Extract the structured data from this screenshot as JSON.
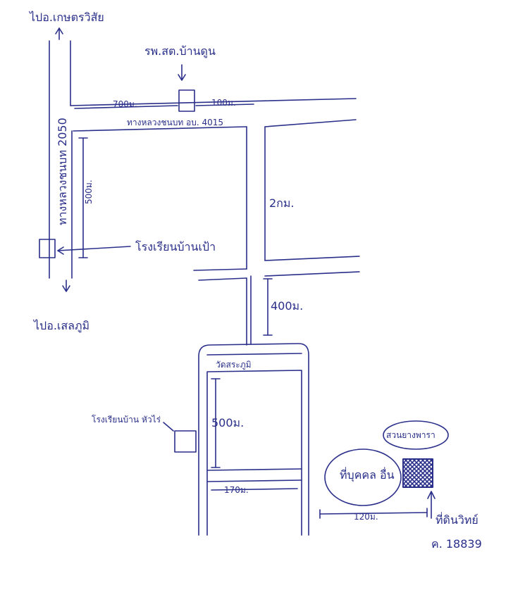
{
  "labels": {
    "to_kaset_wisai": "ไปอ.เกษตรวิสัย",
    "health_center": "รพ.สต.บ้านดูน",
    "dist_700m": "700ม.",
    "dist_100m": "100ม.",
    "road_4015": "ทางหลวงชนบท อบ. 4015",
    "highway_2050": "ทางหลวงชนบท 2050",
    "dist_500m_left": "500ม.",
    "school_left": "โรงเรียนบ้านเป้า",
    "dist_2km": "2กม.",
    "dist_400m": "400ม.",
    "to_selaphum": "ไปอ.เสลภูมิ",
    "temple": "วัดสระภูมิ",
    "dist_500m_lower": "500ม.",
    "school_lower": "โรงเรียนบ้าน หัวไร่",
    "rubber_plantation": "สวนยางพารา",
    "person_name": "ที่บุคคล อื่น",
    "dist_170m": "170ม.",
    "dist_120m": "120ม.",
    "land_owner": "ที่ดินวิทย์",
    "deed_number": "ค. 18839"
  },
  "colors": {
    "ink": "#2a2f8a"
  }
}
